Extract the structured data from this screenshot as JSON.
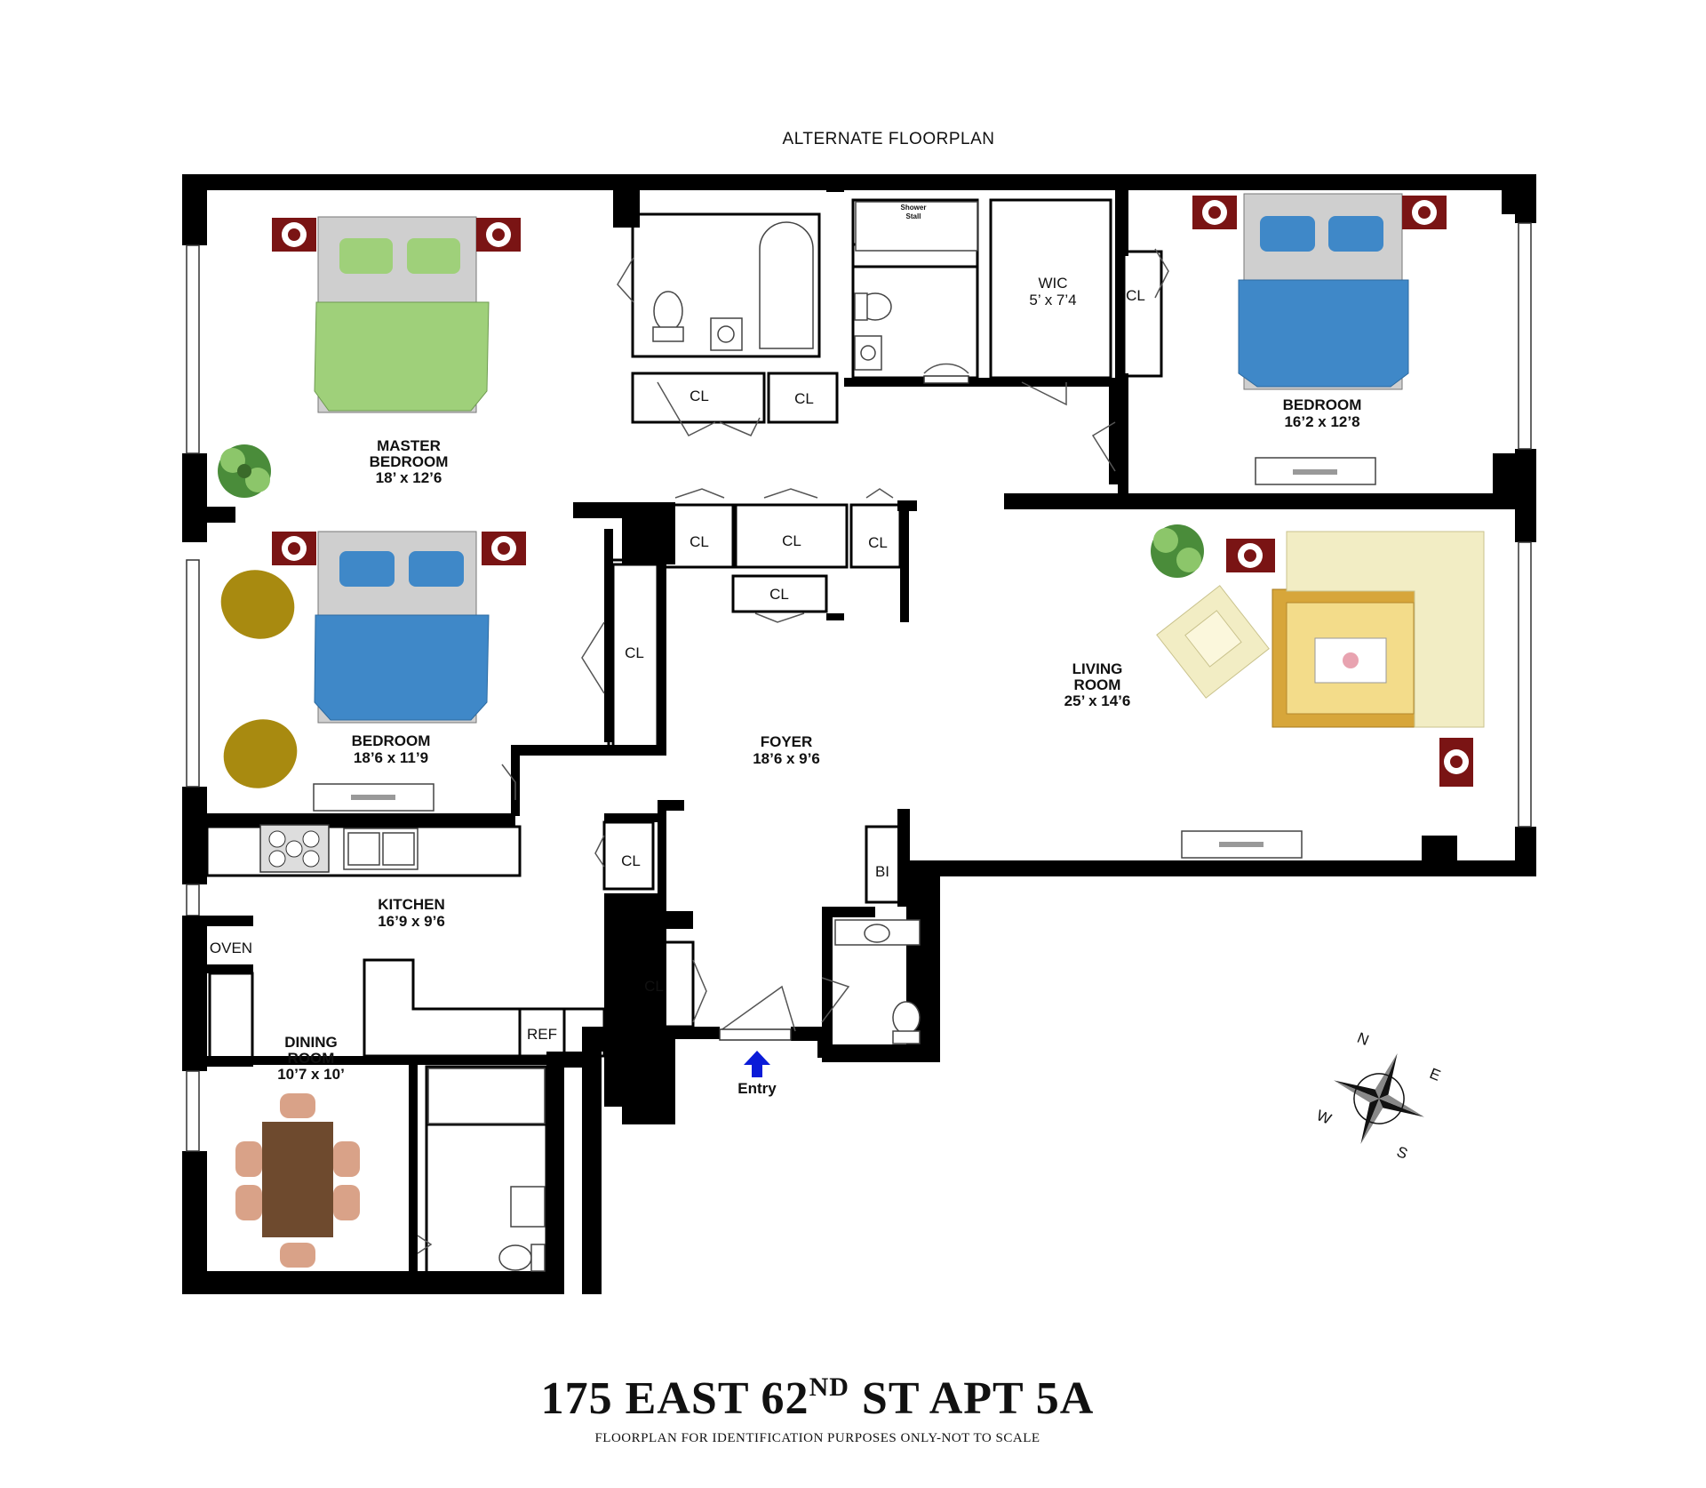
{
  "header": {
    "title": "ALTERNATE FLOORPLAN"
  },
  "footer": {
    "address_pre": "175 EAST 62",
    "address_sup": "ND",
    "address_post": " ST APT 5A",
    "disclaimer": "FLOORPLAN FOR IDENTIFICATION PURPOSES ONLY-NOT TO SCALE"
  },
  "rooms": {
    "master_bedroom": {
      "line1": "MASTER",
      "line2": "BEDROOM",
      "dims": "18’ x 12’6"
    },
    "bedroom_ne": {
      "line1": "BEDROOM",
      "dims": "16’2 x 12’8"
    },
    "bedroom_w": {
      "line1": "BEDROOM",
      "dims": "18’6 x 11’9"
    },
    "living_room": {
      "line1": "LIVING",
      "line2": "ROOM",
      "dims": "25’ x 14’6"
    },
    "foyer": {
      "line1": "FOYER",
      "dims": "18’6 x 9’6"
    },
    "kitchen": {
      "line1": "KITCHEN",
      "dims": "16’9 x 9’6"
    },
    "dining_room": {
      "line1": "DINING",
      "line2": "ROOM",
      "dims": "10’7 x 10’"
    },
    "wic": {
      "line1": "WIC",
      "dims": "5’ x 7’4"
    }
  },
  "fixtures": {
    "closet": "CL",
    "oven": "OVEN",
    "ref": "REF",
    "bi": "BI",
    "shower_line1": "Shower",
    "shower_line2": "Stall"
  },
  "entry": {
    "label": "Entry"
  },
  "compass": {
    "n": "N",
    "e": "E",
    "s": "S",
    "w": "W"
  },
  "colors": {
    "wall": "#000000",
    "green_bed": "#9fd07a",
    "blue_bed": "#3f88c8",
    "nightstand": "#7a1414",
    "chair_gold": "#a88a10",
    "sofa": "#f2edc4",
    "rug": "#d7a63a",
    "table_wood": "#6e4a2e",
    "dining_chair": "#d9a288",
    "entry_arrow": "#0a1bd8"
  }
}
